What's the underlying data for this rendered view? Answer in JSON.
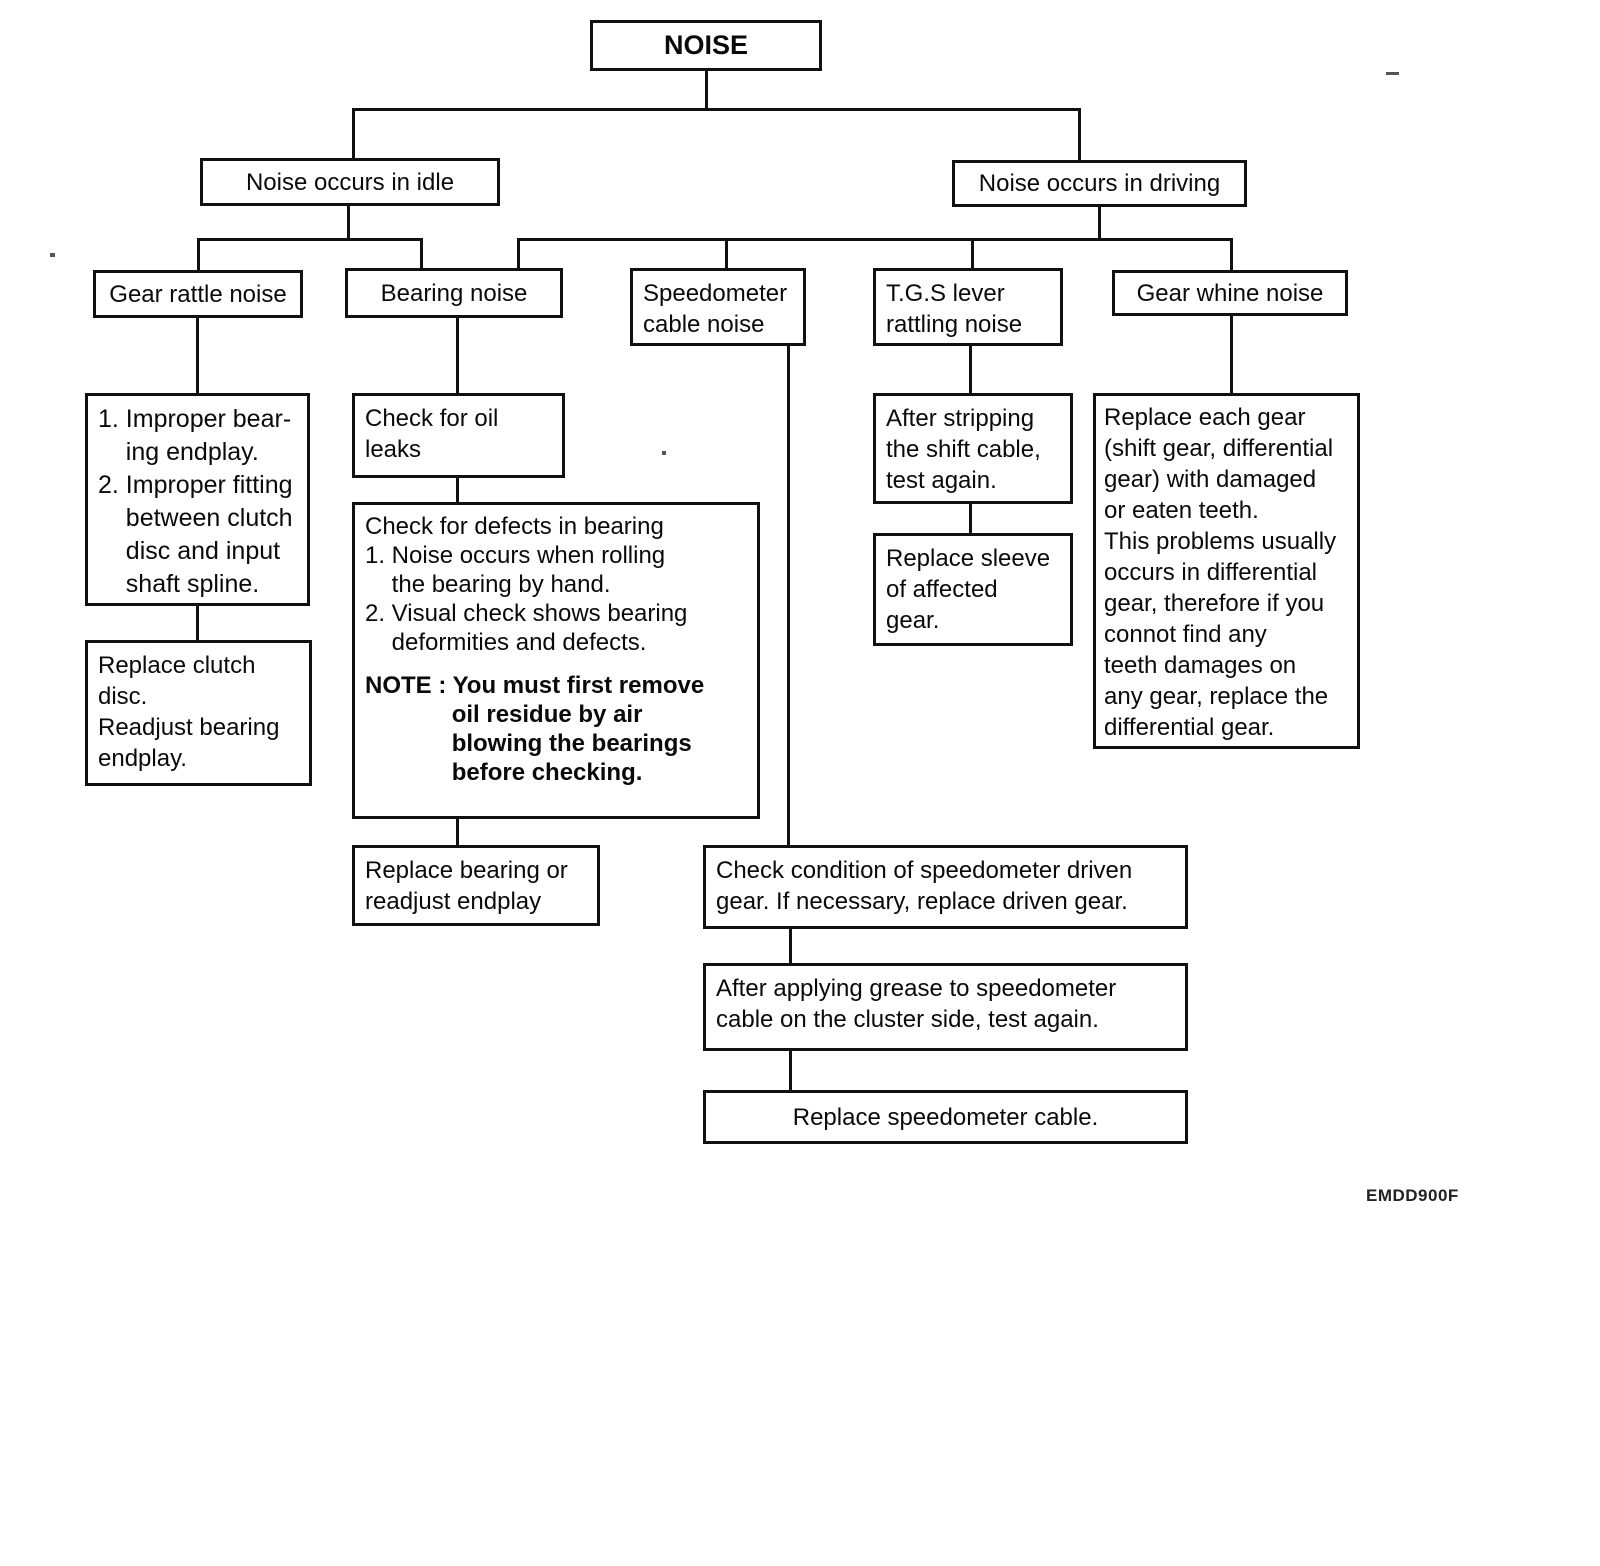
{
  "figure_code": "EMDD900F",
  "nodes": {
    "noise": {
      "label": "NOISE"
    },
    "idle": {
      "label": "Noise occurs in idle"
    },
    "driving": {
      "label": "Noise occurs in driving"
    },
    "gear_rattle": {
      "label": "Gear rattle noise"
    },
    "bearing": {
      "label": "Bearing noise"
    },
    "speedometer": {
      "label": "Speedometer\ncable noise"
    },
    "tgs": {
      "label": "T.G.S lever\nrattling noise"
    },
    "gear_whine": {
      "label": "Gear whine noise"
    },
    "rattle_causes": {
      "text": "1. Improper bear-\n    ing endplay.\n2. Improper fitting\n    between clutch\n    disc and input\n    shaft spline."
    },
    "rattle_fix": {
      "text": "Replace clutch\ndisc.\nReadjust bearing\nendplay."
    },
    "oil_leaks": {
      "text": "Check for oil\nleaks"
    },
    "bearing_defects": {
      "text": "Check for defects in bearing\n1. Noise occurs when rolling\n    the bearing by hand.\n2. Visual check shows bearing\n    deformities and defects.",
      "note": "NOTE : You must first remove\n             oil residue by air\n             blowing the bearings\n             before checking."
    },
    "bearing_fix": {
      "text": "Replace bearing or\nreadjust endplay"
    },
    "tgs_step": {
      "text": "After stripping\nthe shift cable,\ntest again."
    },
    "tgs_fix": {
      "text": "Replace sleeve\nof affected\ngear."
    },
    "whine_fix": {
      "text": "Replace each gear\n(shift gear, differential\ngear) with damaged\nor eaten teeth.\nThis problems usually\noccurs in differential\ngear, therefore if you\nconnot find any\nteeth damages on\nany gear, replace the\ndifferential gear."
    },
    "speedo_step1": {
      "text": "Check condition of speedometer driven\ngear. If necessary, replace driven gear."
    },
    "speedo_step2": {
      "text": "After applying grease to speedometer\ncable on the cluster side, test again."
    },
    "speedo_fix": {
      "text": "Replace speedometer cable."
    }
  }
}
